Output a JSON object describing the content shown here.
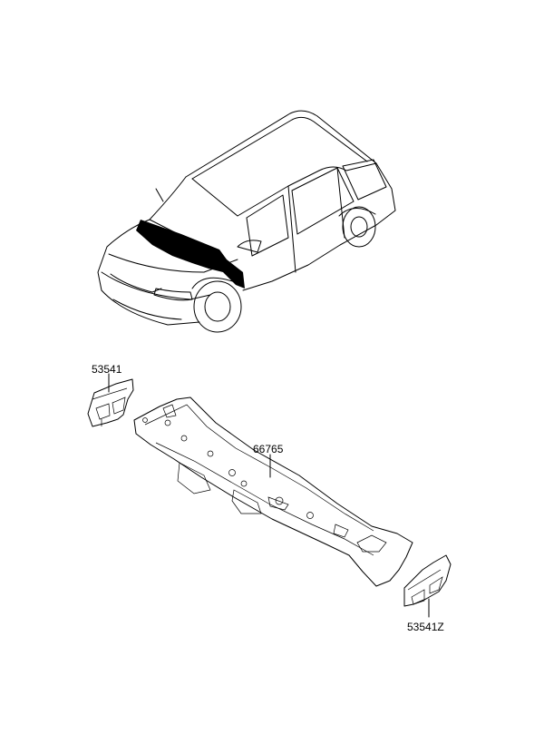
{
  "diagram": {
    "labels": {
      "bracket_left": "53541",
      "cowl_panel": "66765",
      "bracket_right": "53541Z"
    }
  }
}
